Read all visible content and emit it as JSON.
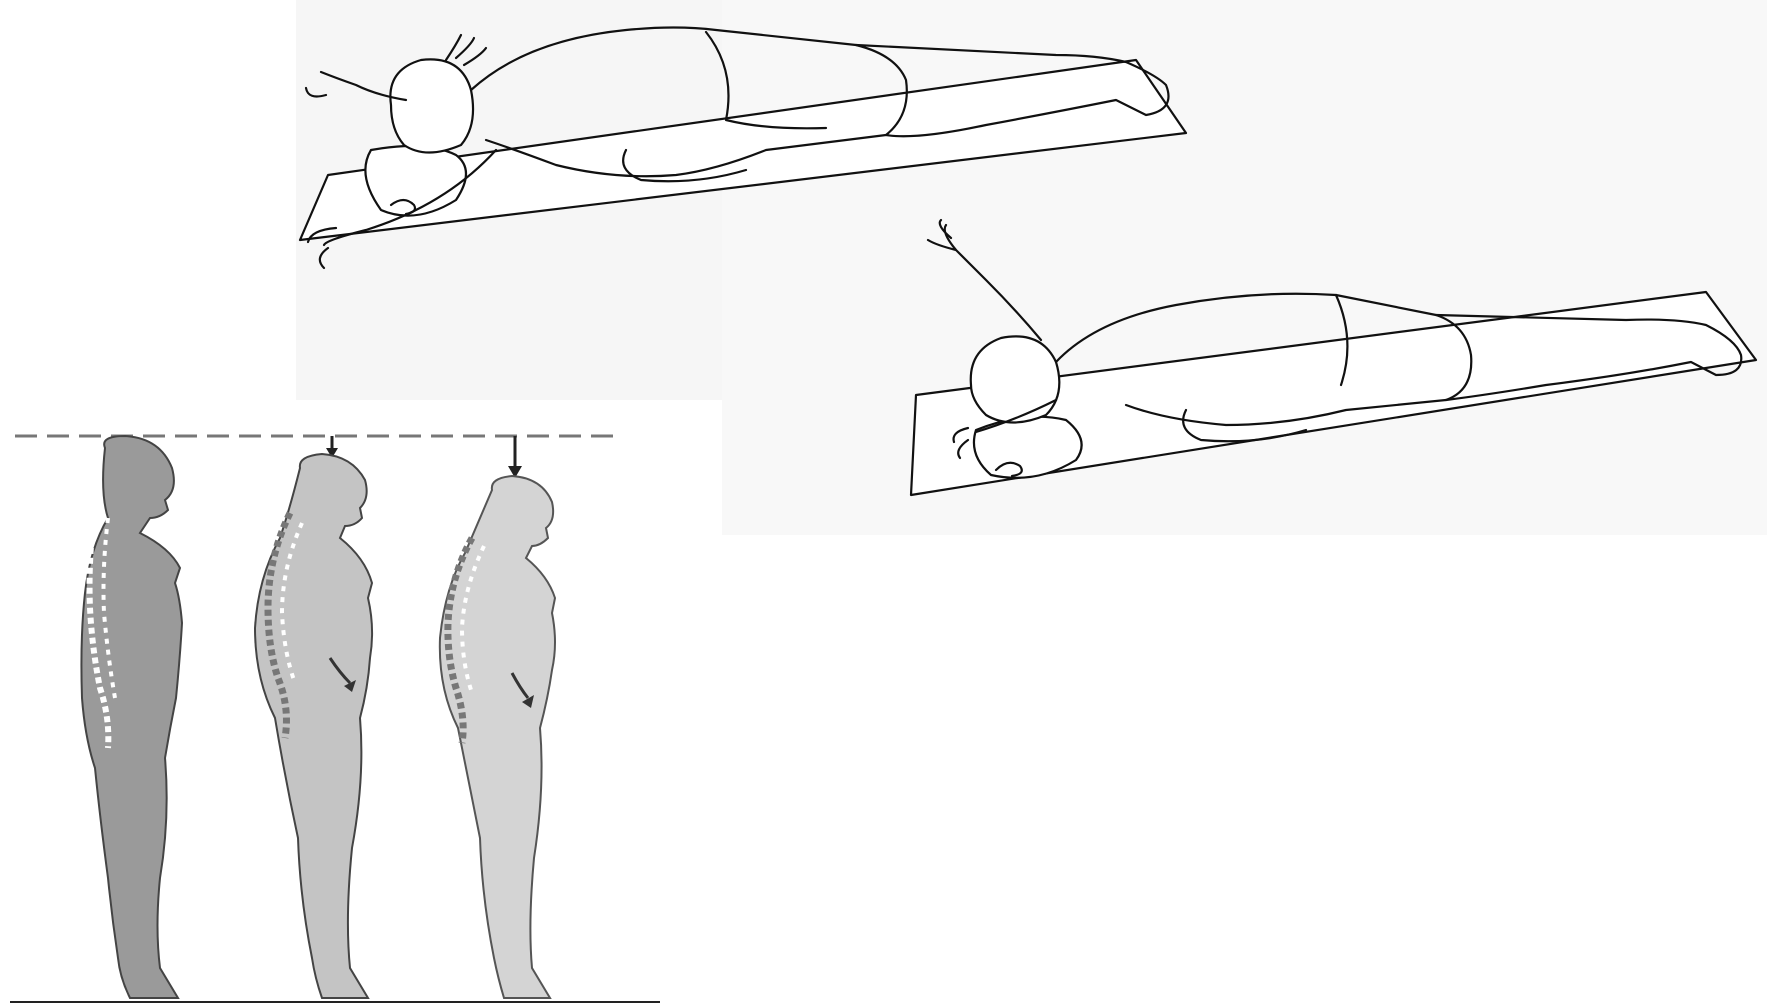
{
  "illustration": {
    "exercise_panel": {
      "figures": [
        "prone-arm-raise-figure-1",
        "prone-arm-raise-figure-2"
      ]
    },
    "posture_panel": {
      "figures": [
        "upright-posture-figure",
        "mild-kyphosis-figure",
        "severe-kyphosis-figure"
      ],
      "reference_line": "dashed"
    },
    "colors": {
      "line_art": "#111111",
      "silhouette_fill": "#9a9a9a",
      "silhouette_fill_light": "#c4c4c4",
      "spine": "#ffffff",
      "panel_tint": "#f7f7f7"
    }
  }
}
